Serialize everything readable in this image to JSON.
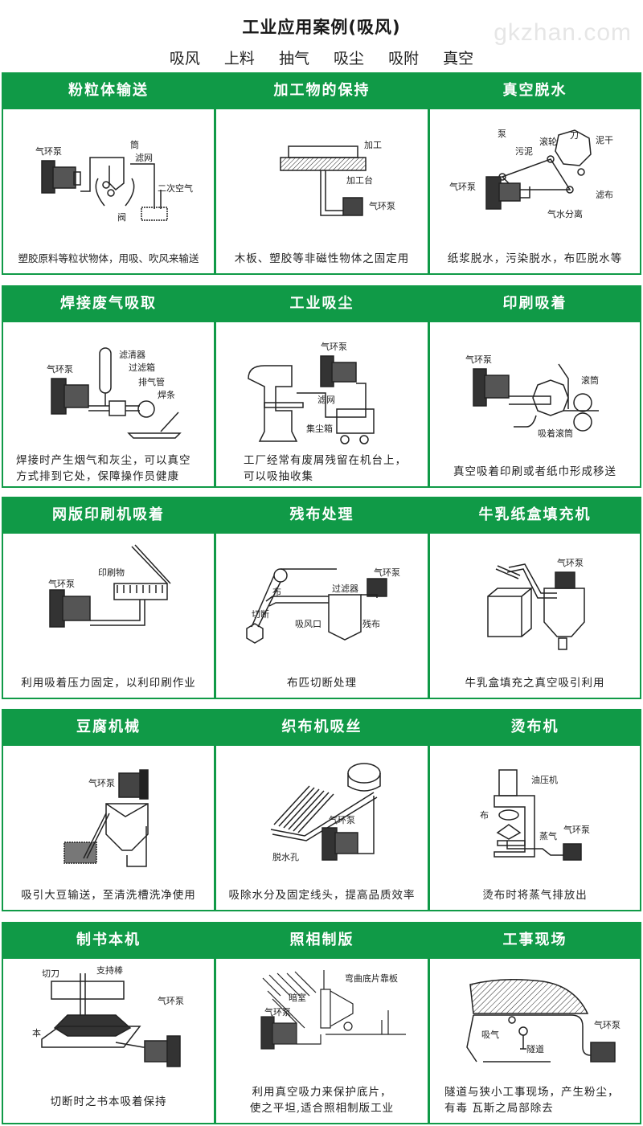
{
  "header": {
    "title": "工业应用案例(吸风)",
    "keywords": [
      "吸风",
      "上料",
      "抽气",
      "吸尘",
      "吸附",
      "真空"
    ],
    "site_watermark": "gkzhan.com"
  },
  "colors": {
    "header_green": "#109a47",
    "border_green": "#109a47",
    "header_text": "#ffffff"
  },
  "cases": [
    {
      "title": "粉粒体输送",
      "caption": "塑胶原料等粒状物体，用吸、吹风来输送",
      "labels": [
        "气环泵",
        "筒",
        "滤网",
        "二次空气",
        "阀"
      ]
    },
    {
      "title": "加工物的保持",
      "caption": "木板、塑胶等非磁性物体之固定用",
      "labels": [
        "加工",
        "加工台",
        "气环泵"
      ]
    },
    {
      "title": "真空脱水",
      "caption": "纸浆脱水，污染脱水，布匹脱水等",
      "labels": [
        "泵",
        "污泥",
        "滚轮",
        "刀",
        "泥干",
        "气环泵",
        "滤布",
        "气水分离"
      ]
    },
    {
      "title": "焊接废气吸取",
      "caption": "焊接时产生烟气和灰尘，可以真空方式排到它处，保障操作员健康",
      "caption_lines": [
        "焊接时产生烟气和灰尘，可以真空",
        "方式排到它处，保障操作员健康"
      ],
      "labels": [
        "滤清器",
        "过滤箱",
        "气环泵",
        "排气管",
        "焊条"
      ]
    },
    {
      "title": "工业吸尘",
      "caption": "工厂经常有废屑残留在机台上，可以吸抽收集",
      "caption_lines": [
        "工厂经常有废屑残留在机台上，",
        "可以吸抽收集"
      ],
      "labels": [
        "气环泵",
        "滤网",
        "集尘箱"
      ]
    },
    {
      "title": "印刷吸着",
      "caption": "真空吸着印刷或者纸巾形成移送",
      "labels": [
        "气环泵",
        "滚筒",
        "吸着滚筒"
      ]
    },
    {
      "title": "网版印刷机吸着",
      "caption": "利用吸着压力固定，以利印刷作业",
      "labels": [
        "印刷物",
        "气环泵"
      ]
    },
    {
      "title": "残布处理",
      "caption": "布匹切断处理",
      "labels": [
        "气环泵",
        "布",
        "过滤器",
        "切断",
        "吸风口",
        "残布"
      ]
    },
    {
      "title": "牛乳纸盒填充机",
      "caption": "牛乳盒填充之真空吸引利用",
      "labels": [
        "气环泵"
      ]
    },
    {
      "title": "豆腐机械",
      "caption": "吸引大豆输送，至清洗槽洗净使用",
      "labels": [
        "气环泵"
      ]
    },
    {
      "title": "织布机吸丝",
      "caption": "吸除水分及固定线头，提高品质效率",
      "labels": [
        "气环泵",
        "脱水孔"
      ]
    },
    {
      "title": "烫布机",
      "caption": "烫布时将蒸气排放出",
      "labels": [
        "油压机",
        "布",
        "蒸气",
        "气环泵"
      ]
    },
    {
      "title": "制书本机",
      "caption": "切断时之书本吸着保持",
      "labels": [
        "切刀",
        "支持棒",
        "气环泵",
        "本"
      ]
    },
    {
      "title": "照相制版",
      "caption": "利用真空吸力来保护底片，使之平坦，适合照相制版工业",
      "caption_lines": [
        "利用真空吸力来保护底片，",
        "使之平坦,适合照相制版工业"
      ],
      "labels": [
        "弯曲底片靠板",
        "暗室",
        "气环泵"
      ]
    },
    {
      "title": "工事现场",
      "caption": "隧道与狭小工事现场，产生粉尘，有毒 瓦斯之局部除去",
      "caption_lines": [
        "隧道与狭小工事现场，产生粉尘，",
        "有毒 瓦斯之局部除去"
      ],
      "labels": [
        "气环泵",
        "吸气",
        "隧道"
      ]
    }
  ]
}
